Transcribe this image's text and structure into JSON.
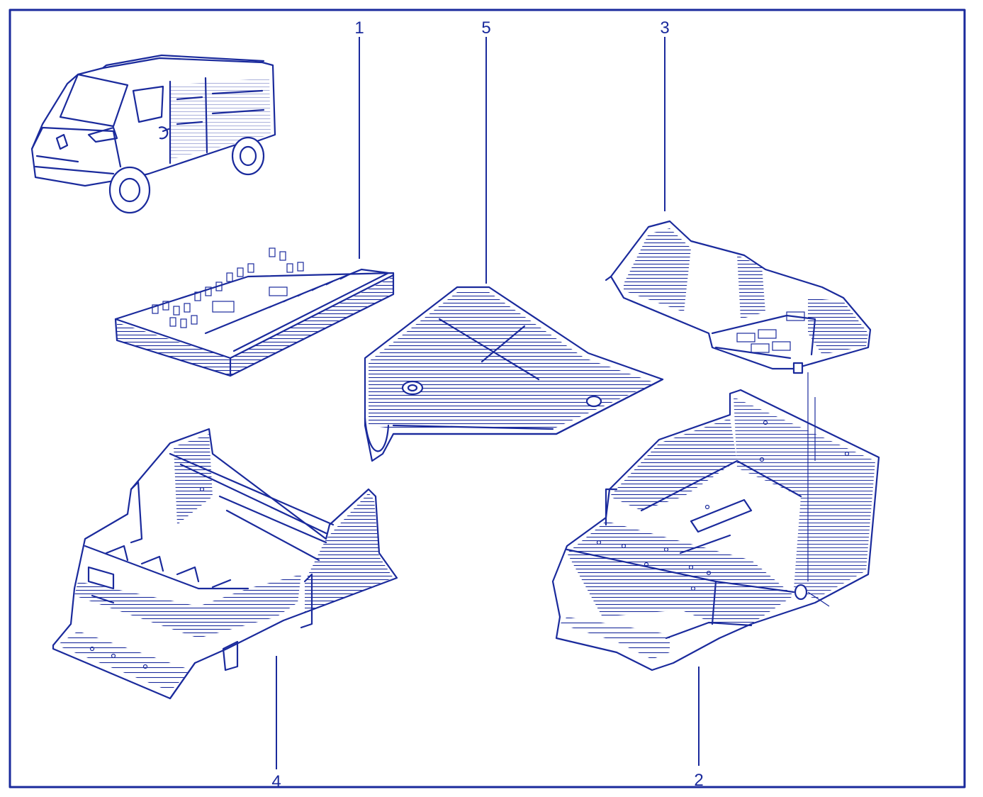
{
  "colors": {
    "ink": "#1a2a9c",
    "paper": "#ffffff"
  },
  "callouts": {
    "c1": "1",
    "c2": "2",
    "c3": "3",
    "c4": "4",
    "c5": "5"
  },
  "parts": [
    {
      "id": "van",
      "icon": "van-icon"
    },
    {
      "id": "1",
      "icon": "fuse-relay-box-icon"
    },
    {
      "id": "2",
      "icon": "battery-tray-large-icon"
    },
    {
      "id": "3",
      "icon": "mounting-bracket-icon"
    },
    {
      "id": "4",
      "icon": "battery-tray-small-icon"
    },
    {
      "id": "5",
      "icon": "cover-plate-icon"
    }
  ]
}
